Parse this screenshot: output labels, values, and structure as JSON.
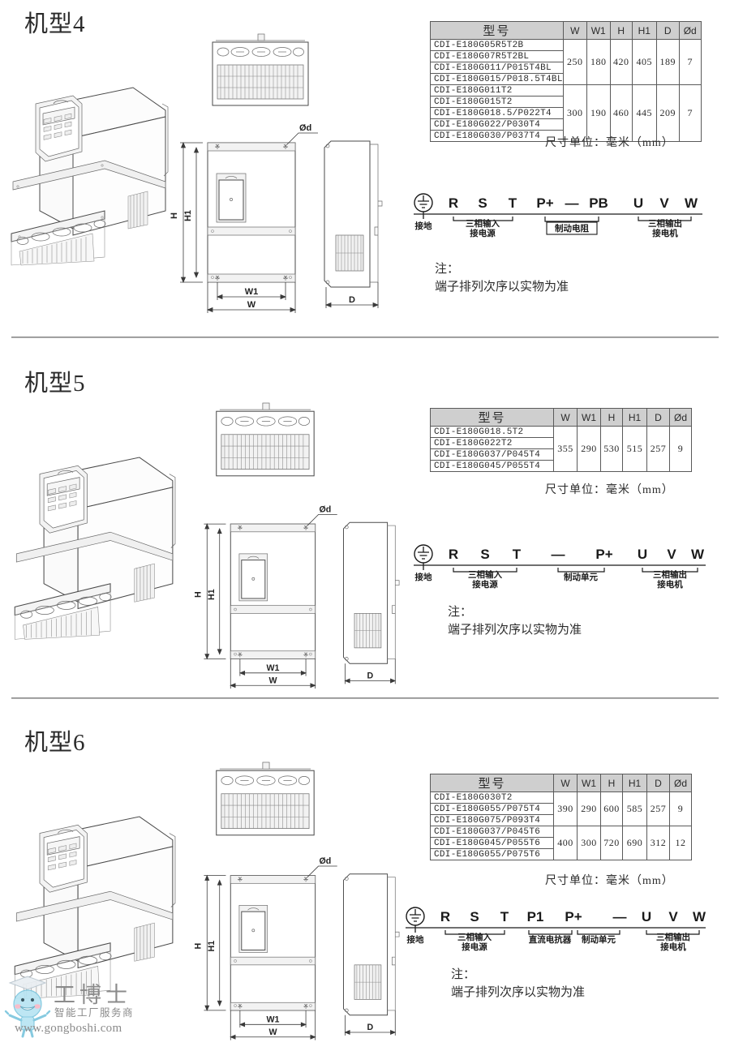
{
  "document": {
    "title": "变频器机型尺寸与端子排列图",
    "sections": [
      {
        "title": "机型4",
        "table": {
          "header_model": "型号",
          "header_dims": [
            "W",
            "W1",
            "H",
            "H1",
            "D",
            "Ød"
          ],
          "groups": [
            {
              "models": [
                "CDI-E180G05R5T2B",
                "CDI-E180G07R5T2BL",
                "CDI-E180G011/P015T4BL",
                "CDI-E180G015/P018.5T4BL"
              ],
              "dims": [
                "250",
                "180",
                "420",
                "405",
                "189",
                "7"
              ]
            },
            {
              "models": [
                "CDI-E180G011T2",
                "CDI-E180G015T2",
                "CDI-E180G018.5/P022T4",
                "CDI-E180G022/P030T4",
                "CDI-E180G030/P037T4"
              ],
              "dims": [
                "300",
                "190",
                "460",
                "445",
                "209",
                "7"
              ]
            }
          ]
        },
        "unit_note": "尺寸单位：毫米（mm）",
        "terminal": {
          "ground_label": "接地",
          "terminals": [
            "R",
            "S",
            "T",
            "P+",
            "—",
            "PB",
            "U",
            "V",
            "W"
          ],
          "groups": [
            {
              "label": "三相输入\n接电源",
              "line1": "三相输入",
              "line2": "接电源"
            },
            {
              "label": "制动电阻",
              "line1": "制动电阻",
              "line2": ""
            },
            {
              "label": "三相输出\n接电机",
              "line1": "三相输出",
              "line2": "接电机"
            }
          ]
        },
        "note": {
          "line1": "注：",
          "line2": "端子排列次序以实物为准"
        },
        "dimension_labels": [
          "H",
          "H1",
          "W",
          "W1",
          "D",
          "Ød"
        ]
      },
      {
        "title": "机型5",
        "table": {
          "header_model": "型号",
          "header_dims": [
            "W",
            "W1",
            "H",
            "H1",
            "D",
            "Ød"
          ],
          "groups": [
            {
              "models": [
                "CDI-E180G018.5T2",
                "CDI-E180G022T2",
                "CDI-E180G037/P045T4",
                "CDI-E180G045/P055T4"
              ],
              "dims": [
                "355",
                "290",
                "530",
                "515",
                "257",
                "9"
              ]
            }
          ]
        },
        "unit_note": "尺寸单位：毫米（mm）",
        "terminal": {
          "ground_label": "接地",
          "terminals": [
            "R",
            "S",
            "T",
            "—",
            "P+",
            "U",
            "V",
            "W"
          ],
          "groups": [
            {
              "line1": "三相输入",
              "line2": "接电源"
            },
            {
              "line1": "制动单元",
              "line2": ""
            },
            {
              "line1": "三相输出",
              "line2": "接电机"
            }
          ]
        },
        "note": {
          "line1": "注：",
          "line2": "端子排列次序以实物为准"
        },
        "dimension_labels": [
          "H",
          "H1",
          "W",
          "W1",
          "D",
          "Ød"
        ]
      },
      {
        "title": "机型6",
        "table": {
          "header_model": "型号",
          "header_dims": [
            "W",
            "W1",
            "H",
            "H1",
            "D",
            "Ød"
          ],
          "groups": [
            {
              "models": [
                "CDI-E180G030T2",
                "CDI-E180G055/P075T4",
                "CDI-E180G075/P093T4"
              ],
              "dims": [
                "390",
                "290",
                "600",
                "585",
                "257",
                "9"
              ]
            },
            {
              "models": [
                "CDI-E180G037/P045T6",
                "CDI-E180G045/P055T6",
                "CDI-E180G055/P075T6"
              ],
              "dims": [
                "400",
                "300",
                "720",
                "690",
                "312",
                "12"
              ]
            }
          ]
        },
        "unit_note": "尺寸单位：毫米（mm）",
        "terminal": {
          "ground_label": "接地",
          "terminals": [
            "R",
            "S",
            "T",
            "P1",
            "P+",
            "—",
            "U",
            "V",
            "W"
          ],
          "groups": [
            {
              "line1": "三相输入",
              "line2": "接电源"
            },
            {
              "line1": "直流电抗器",
              "line2": ""
            },
            {
              "line1": "制动单元",
              "line2": ""
            },
            {
              "line1": "三相输出",
              "line2": "接电机"
            }
          ]
        },
        "note": {
          "line1": "注：",
          "line2": "端子排列次序以实物为准"
        },
        "dimension_labels": [
          "H",
          "H1",
          "W",
          "W1",
          "D",
          "Ød"
        ]
      }
    ]
  },
  "watermark": {
    "brand": "工博士",
    "slogan": "智能工厂服务商",
    "url": "www.gongboshi.com",
    "color": "#8ecfe6"
  },
  "colors": {
    "line": "#4a4a4a",
    "table_header_bg": "#cfcfcf",
    "text": "#2b2b2b",
    "divider": "#8a8a8a"
  }
}
